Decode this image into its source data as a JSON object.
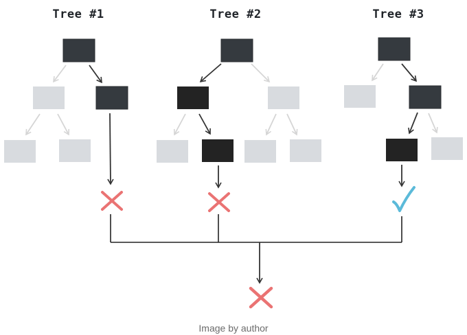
{
  "trees": [
    {
      "title": "Tree #1",
      "result": "wrong"
    },
    {
      "title": "Tree #2",
      "result": "wrong"
    },
    {
      "title": "Tree #3",
      "result": "correct"
    }
  ],
  "final_result": "wrong",
  "caption": "Image by author",
  "colors": {
    "node_active": "#353a3f",
    "node_leaf_active": "#232323",
    "node_inactive": "#d8dbdf",
    "edge_active": "#333333",
    "edge_inactive": "#d5d5d5",
    "cross": "#ea7373",
    "check": "#5bbad9",
    "line": "#222222"
  }
}
